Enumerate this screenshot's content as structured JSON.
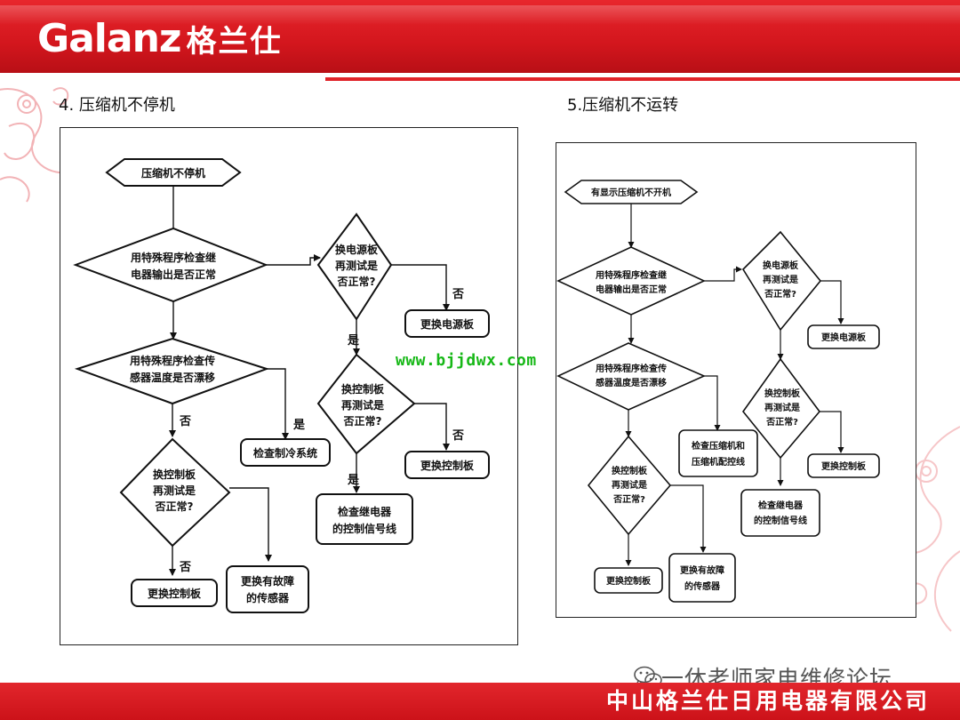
{
  "header": {
    "logo_text": "Galanz",
    "logo_cn": "格兰仕"
  },
  "section1": {
    "title": "4.  压缩机不停机",
    "nodes": {
      "start": "压缩机不停机",
      "d1": [
        "用特殊程序检查继",
        "电器输出是否正常"
      ],
      "d2": [
        "用特殊程序检查传",
        "感器温度是否漂移"
      ],
      "d3": [
        "换控制板",
        "再测试是",
        "否正常?"
      ],
      "d4": [
        "换电源板",
        "再测试是",
        "否正常?"
      ],
      "d5": [
        "换控制板",
        "再测试是",
        "否正常?"
      ],
      "b_check_cooling": "检查制冷系统",
      "b_replace_ctrl_1": "更换控制板",
      "b_replace_sensor": [
        "更换有故障",
        "的传感器"
      ],
      "b_replace_power": "更换电源板",
      "b_replace_ctrl_2": "更换控制板",
      "b_check_relay": [
        "检查继电器",
        "的控制信号线"
      ]
    },
    "labels": {
      "no": "否",
      "yes": "是"
    }
  },
  "section2": {
    "title": "5.压缩机不运转",
    "nodes": {
      "start": "有显示压缩机不开机",
      "d1": [
        "用特殊程序检查继",
        "电器输出是否正常"
      ],
      "d2": [
        "用特殊程序检查传",
        "感器温度是否漂移"
      ],
      "d3": [
        "换控制板",
        "再测试是",
        "否正常?"
      ],
      "d4": [
        "换电源板",
        "再测试是",
        "否正常?"
      ],
      "d5": [
        "换控制板",
        "再测试是",
        "否正常?"
      ],
      "b_check_comp": [
        "检查压缩机和",
        "压缩机配控线"
      ],
      "b_replace_ctrl_1": "更换控制板",
      "b_replace_sensor": [
        "更换有故障",
        "的传感器"
      ],
      "b_replace_power": "更换电源板",
      "b_replace_ctrl_2": "更换控制板",
      "b_check_relay": [
        "检查继电器",
        "的控制信号线"
      ]
    }
  },
  "watermark_url": "www.bjjdwx.com",
  "forum_text": "一休老师家电维修论坛",
  "footer_text": "中山格兰仕日用电器有限公司",
  "colors": {
    "brand_red": "#d3161d",
    "watermark_green": "#17b817"
  }
}
